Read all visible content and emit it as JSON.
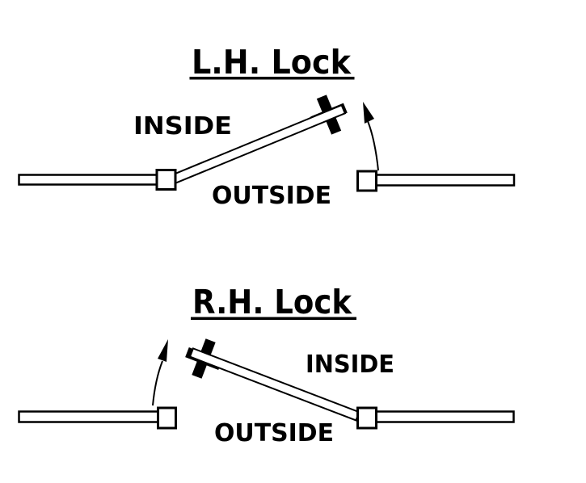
{
  "page": {
    "background_color": "#ffffff",
    "line_color": "#000000"
  },
  "icons": {
    "lock_symbol": "door-lock-cross",
    "swing_arrow": "curved-swing-direction-arrow"
  },
  "diagrams": [
    {
      "title": "L.H. Lock",
      "inside_label": "INSIDE",
      "outside_label": "OUTSIDE"
    },
    {
      "title": "R.H. Lock",
      "inside_label": "INSIDE",
      "outside_label": "OUTSIDE"
    }
  ]
}
